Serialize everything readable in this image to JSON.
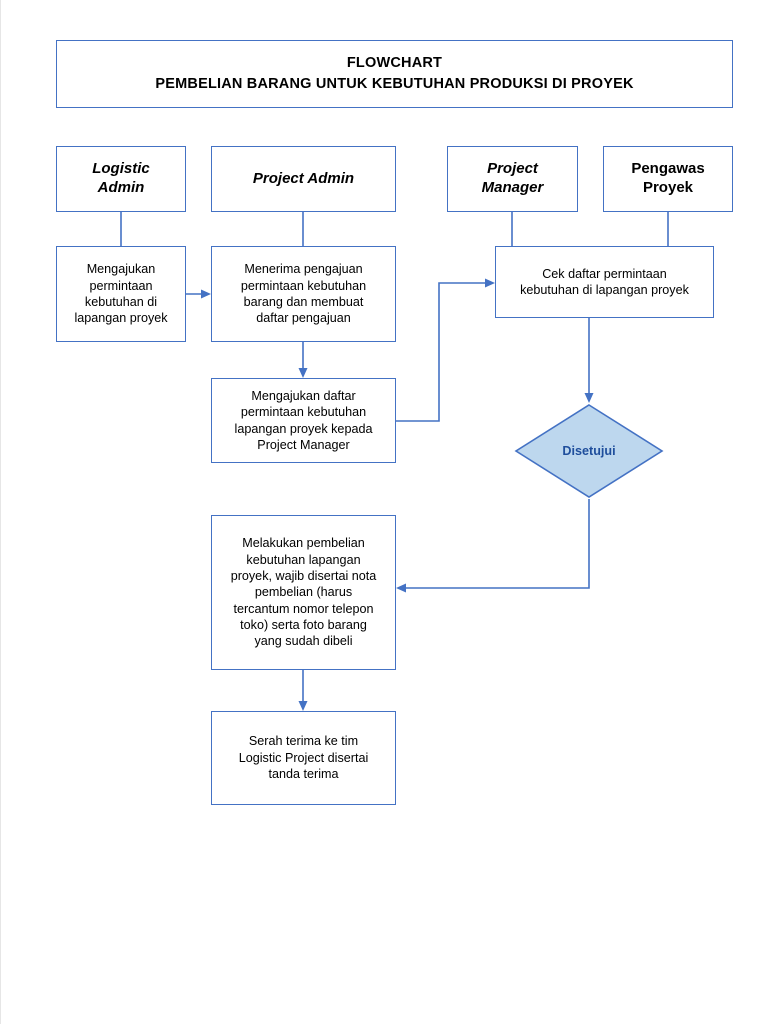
{
  "document": {
    "title_line1": "FLOWCHART",
    "title_line2": "PEMBELIAN BARANG UNTUK KEBUTUHAN PRODUKSI DI PROYEK"
  },
  "colors": {
    "node_border": "#4472c4",
    "node_fill": "#ffffff",
    "connector": "#4472c4",
    "decision_fill": "#bdd7ee",
    "decision_border": "#4472c4",
    "decision_text": "#1f4e9c",
    "text": "#000000",
    "page_background": "#ffffff"
  },
  "swimlanes": [
    {
      "id": "logistic-admin",
      "label": "Logistic\nAdmin",
      "style": "bold-italic"
    },
    {
      "id": "project-admin",
      "label": "Project Admin",
      "style": "bold-italic"
    },
    {
      "id": "project-manager",
      "label": "Project\nManager",
      "style": "bold-italic"
    },
    {
      "id": "pengawas-proyek",
      "label": "Pengawas\nProyek",
      "style": "bold"
    }
  ],
  "nodes": [
    {
      "id": "mengajukan-permintaan",
      "lane": "logistic-admin",
      "shape": "process",
      "text": "Mengajukan\npermintaan\nkebutuhan di\nlapangan proyek"
    },
    {
      "id": "menerima-pengajuan",
      "lane": "project-admin",
      "shape": "process",
      "text": "Menerima pengajuan\npermintaan kebutuhan\nbarang dan membuat\ndaftar pengajuan"
    },
    {
      "id": "cek-daftar",
      "lane": "project-manager",
      "shape": "process",
      "text": "Cek daftar permintaan\nkebutuhan di lapangan proyek"
    },
    {
      "id": "mengajukan-daftar",
      "lane": "project-admin",
      "shape": "process",
      "text": "Mengajukan daftar\npermintaan kebutuhan\nlapangan proyek kepada\nProject Manager"
    },
    {
      "id": "disetujui",
      "lane": "project-manager",
      "shape": "decision",
      "text": "Disetujui"
    },
    {
      "id": "melakukan-pembelian",
      "lane": "project-admin",
      "shape": "process",
      "text": "Melakukan pembelian\nkebutuhan lapangan\nproyek, wajib disertai nota\npembelian (harus\ntercantum nomor telepon\ntoko) serta foto barang\nyang sudah dibeli"
    },
    {
      "id": "serah-terima",
      "lane": "project-admin",
      "shape": "process",
      "text": "Serah terima ke tim\nLogistic Project disertai\ntanda terima"
    }
  ],
  "edges": [
    {
      "from": "logistic-admin",
      "to": "mengajukan-permintaan",
      "arrowhead": false,
      "label": ""
    },
    {
      "from": "project-admin",
      "to": "menerima-pengajuan",
      "arrowhead": false,
      "label": ""
    },
    {
      "from": "project-manager",
      "to": "cek-daftar",
      "arrowhead": false,
      "label": ""
    },
    {
      "from": "pengawas-proyek",
      "to": "cek-daftar",
      "arrowhead": false,
      "label": ""
    },
    {
      "from": "mengajukan-permintaan",
      "to": "menerima-pengajuan",
      "arrowhead": true,
      "label": ""
    },
    {
      "from": "menerima-pengajuan",
      "to": "mengajukan-daftar",
      "arrowhead": true,
      "label": ""
    },
    {
      "from": "mengajukan-daftar",
      "to": "cek-daftar",
      "arrowhead": true,
      "label": ""
    },
    {
      "from": "cek-daftar",
      "to": "disetujui",
      "arrowhead": true,
      "label": ""
    },
    {
      "from": "disetujui",
      "to": "melakukan-pembelian",
      "arrowhead": true,
      "label": ""
    },
    {
      "from": "melakukan-pembelian",
      "to": "serah-terima",
      "arrowhead": true,
      "label": ""
    }
  ]
}
